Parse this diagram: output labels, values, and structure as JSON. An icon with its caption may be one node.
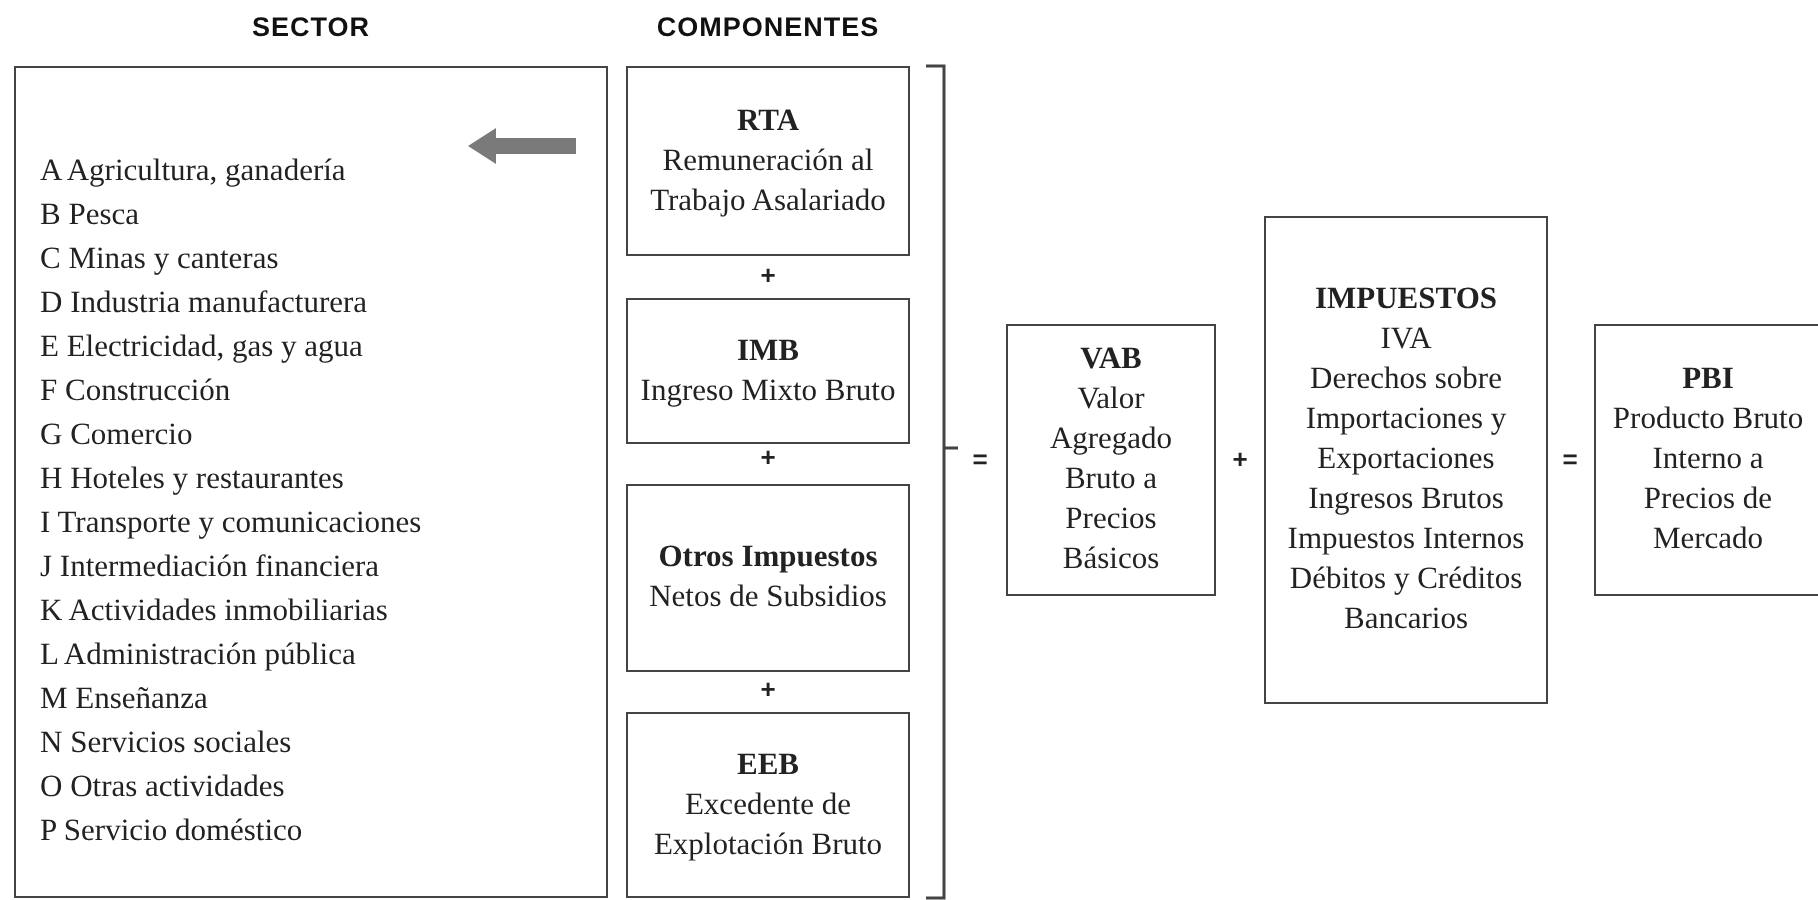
{
  "diagram": {
    "nodes": [
      {
        "text": [
          "SECTOR",
          "A Agricultura, ganadería",
          "B Pesca",
          "C Minas y canteras",
          "D Industria manufacturera",
          "E Electricidad, gas y agua",
          "F Construcción",
          "G Comercio",
          "H Hoteles y restaurantes",
          "I Transporte y comunicaciones",
          "J Intermediación financiera",
          "K Actividades inmobiliarias",
          "L Administración pública",
          "M Enseñanza",
          "N Servicios sociales",
          "O Otras actividades",
          "P Servicio doméstico"
        ]
      },
      {
        "text": [
          "RTA",
          "Remuneración al Trabajo Asalariado"
        ]
      },
      {
        "text": [
          "IMB",
          "Ingreso Mixto Bruto"
        ]
      },
      {
        "text": [
          "Otros Impuestos",
          "Netos de Subsidios"
        ]
      },
      {
        "text": [
          "EEB",
          "Excedente de Explotación Bruto"
        ]
      },
      {
        "text": [
          "VAB",
          "Valor Agregado Bruto a Precios Básicos"
        ]
      },
      {
        "text": [
          "IMPUESTOS",
          "IVA",
          "Derechos sobre Importaciones y Exportaciones",
          "Ingresos Brutos",
          "Impuestos Internos",
          "Débitos y Créditos Bancarios"
        ]
      },
      {
        "text": [
          "PBI",
          "Producto Bruto Interno a Precios de Mercado"
        ]
      }
    ],
    "labels": [
      "COMPONENTES",
      "+",
      "+",
      "+",
      "=",
      "+",
      "="
    ]
  }
}
